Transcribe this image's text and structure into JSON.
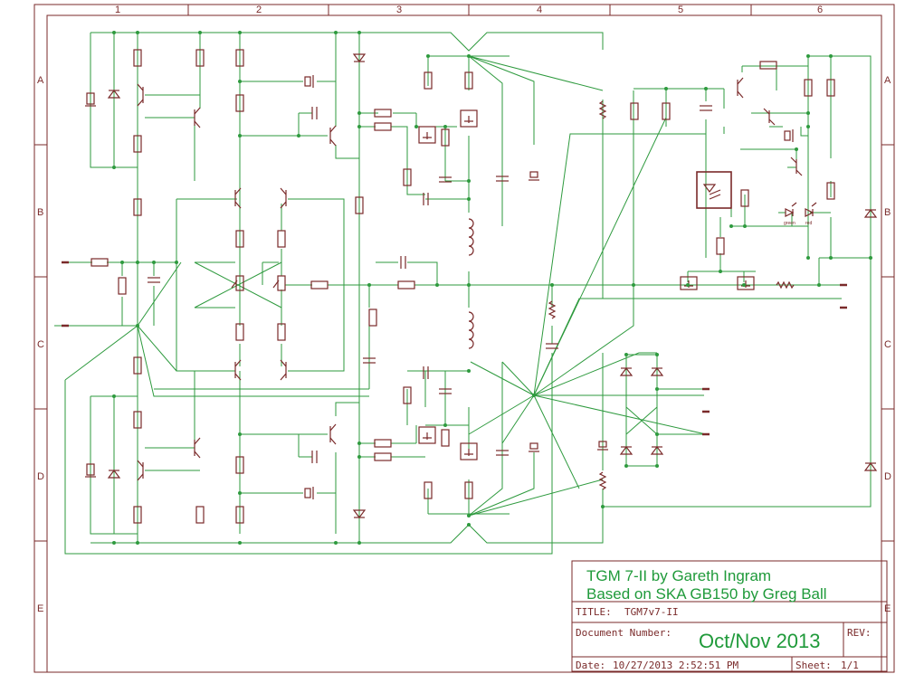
{
  "frame": {
    "columns": [
      "1",
      "2",
      "3",
      "4",
      "5",
      "6"
    ],
    "rows": [
      "A",
      "B",
      "C",
      "D",
      "E"
    ]
  },
  "title_block": {
    "heading_line1": "TGM 7-II  by Gareth Ingram",
    "heading_line2": "Based on SKA GB150 by Greg Ball",
    "title_label": "TITLE:",
    "title_value": "TGM7v7-II",
    "document_label": "Document Number:",
    "document_value": "Oct/Nov 2013",
    "rev_label": "REV:",
    "date_label": "Date:",
    "date_value": "10/27/2013 2:52:51 PM",
    "sheet_label": "Sheet:",
    "sheet_value": "1/1"
  },
  "board_labels": {
    "led_green": "green",
    "led_red": "red"
  },
  "colors": {
    "wire": "#2e9a3e",
    "component": "#7a2a2a",
    "frame": "#7a2a2a",
    "title_text": "#1f9a3a"
  }
}
